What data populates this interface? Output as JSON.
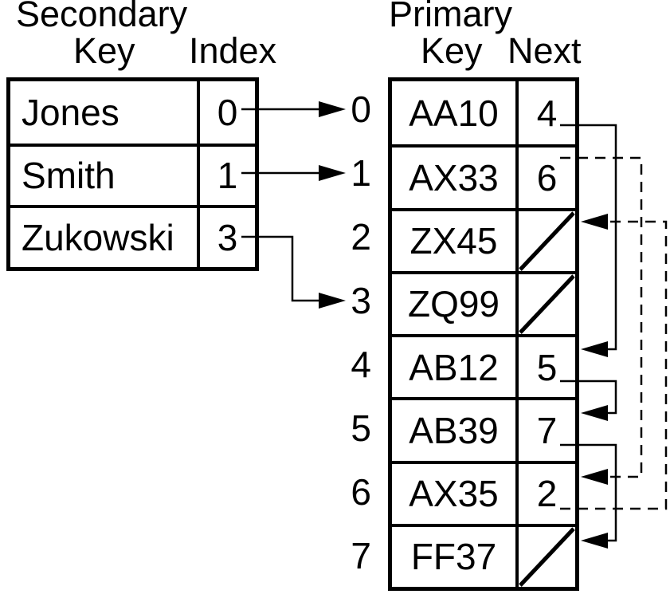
{
  "secondary_index": {
    "title": "Secondary",
    "columns": {
      "key": "Key",
      "index": "Index"
    },
    "rows": [
      {
        "key": "Jones",
        "index": "0"
      },
      {
        "key": "Smith",
        "index": "1"
      },
      {
        "key": "Zukowski",
        "index": "3"
      }
    ]
  },
  "primary_file": {
    "title": "Primary",
    "columns": {
      "key": "Key",
      "next": "Next"
    },
    "rows": [
      {
        "slot": "0",
        "key": "AA10",
        "next": "4"
      },
      {
        "slot": "1",
        "key": "AX33",
        "next": "6"
      },
      {
        "slot": "2",
        "key": "ZX45",
        "next": null
      },
      {
        "slot": "3",
        "key": "ZQ99",
        "next": null
      },
      {
        "slot": "4",
        "key": "AB12",
        "next": "5"
      },
      {
        "slot": "5",
        "key": "AB39",
        "next": "7"
      },
      {
        "slot": "6",
        "key": "AX35",
        "next": "2"
      },
      {
        "slot": "7",
        "key": "FF37",
        "next": null
      }
    ]
  },
  "links": {
    "index_pointers": [
      {
        "from_key": "Jones",
        "to_slot": "0",
        "line": "solid"
      },
      {
        "from_key": "Smith",
        "to_slot": "1",
        "line": "solid"
      },
      {
        "from_key": "Zukowski",
        "to_slot": "3",
        "line": "solid"
      }
    ],
    "next_pointers": [
      {
        "from_slot": "0",
        "to_slot": "4",
        "line": "solid"
      },
      {
        "from_slot": "4",
        "to_slot": "5",
        "line": "solid"
      },
      {
        "from_slot": "5",
        "to_slot": "7",
        "line": "solid"
      },
      {
        "from_slot": "1",
        "to_slot": "6",
        "line": "dashed"
      },
      {
        "from_slot": "6",
        "to_slot": "2",
        "line": "dashed"
      }
    ],
    "null_next_marker": "diagonal-slash"
  },
  "colors": {
    "ink": "#000000",
    "background": "#ffffff"
  }
}
